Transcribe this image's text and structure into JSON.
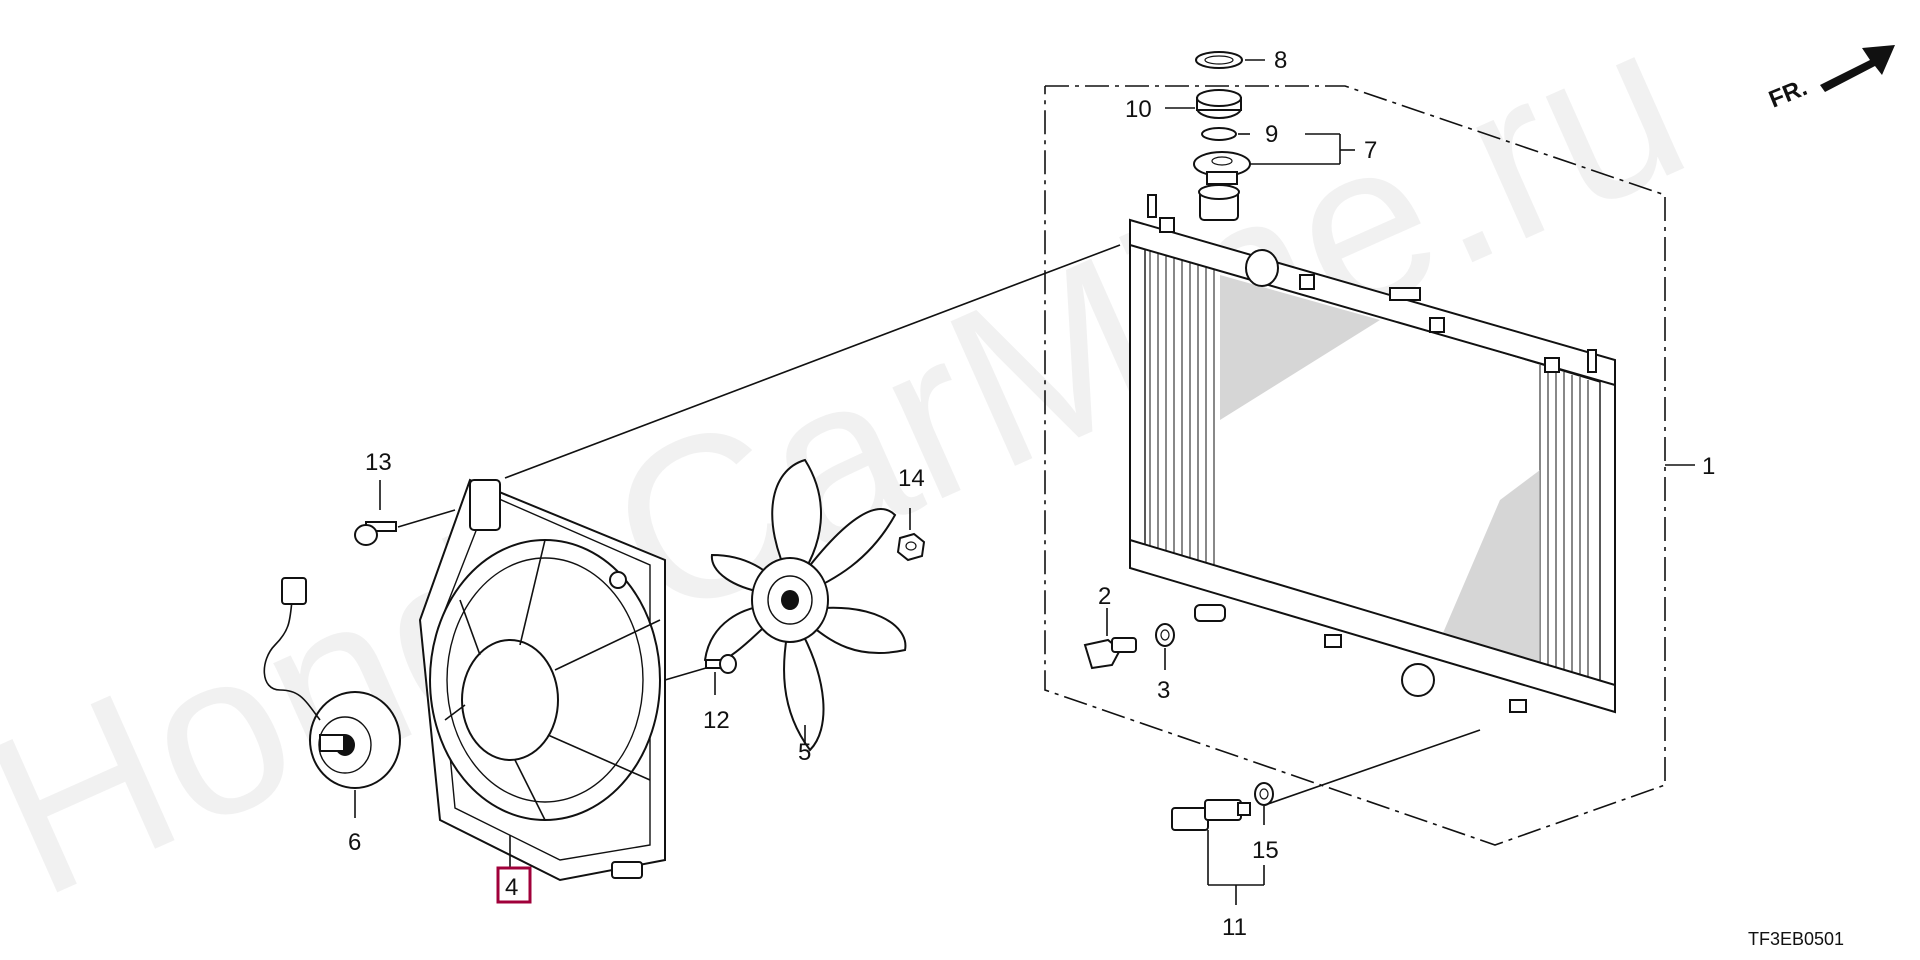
{
  "watermark": "HondaCarMine.ru",
  "direction_label": "FR.",
  "diagram_code": "TF3EB0501",
  "highlight_color": "#a0003a",
  "callouts": [
    {
      "id": "c1",
      "label": "1"
    },
    {
      "id": "c2",
      "label": "2"
    },
    {
      "id": "c3",
      "label": "3"
    },
    {
      "id": "c4",
      "label": "4",
      "highlighted": true
    },
    {
      "id": "c5",
      "label": "5"
    },
    {
      "id": "c6",
      "label": "6"
    },
    {
      "id": "c7",
      "label": "7"
    },
    {
      "id": "c8",
      "label": "8"
    },
    {
      "id": "c9",
      "label": "9"
    },
    {
      "id": "c10",
      "label": "10"
    },
    {
      "id": "c11",
      "label": "11"
    },
    {
      "id": "c12",
      "label": "12"
    },
    {
      "id": "c13",
      "label": "13"
    },
    {
      "id": "c14",
      "label": "14"
    },
    {
      "id": "c15",
      "label": "15"
    }
  ]
}
